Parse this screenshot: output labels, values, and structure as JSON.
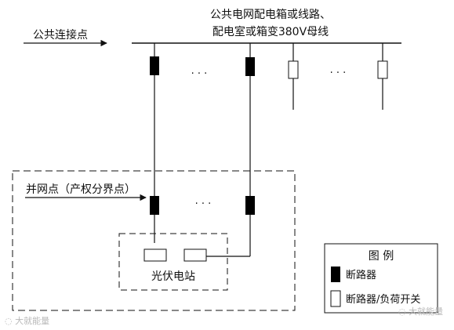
{
  "labels": {
    "bus_line1": "公共电网配电箱或线路、",
    "bus_line2": "配电室或箱变380V母线",
    "pcc": "公共连接点",
    "grid_point": "并网点（产权分界点）",
    "pv_station": "光伏电站",
    "ellipsis": "· · ·"
  },
  "legend": {
    "title": "图 例",
    "breaker_label": "断路器",
    "load_switch_label": "断路器/负荷开关"
  },
  "watermark": {
    "left": "大就能量",
    "right": "大就能量"
  },
  "colors": {
    "line": "#111111",
    "breaker_fill": "#000000",
    "switch_fill": "#ffffff"
  }
}
